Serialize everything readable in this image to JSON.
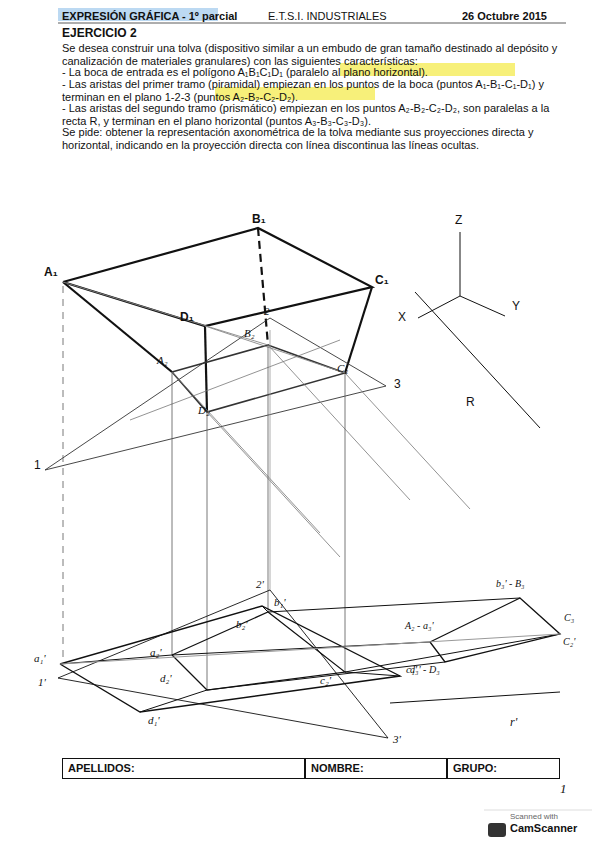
{
  "diagram": {
    "title": "EJERCICIO 2",
    "nodes": [
      {
        "text": [
          "APELLIDOS:"
        ]
      },
      {
        "text": [
          "NOMBRE:"
        ]
      },
      {
        "text": [
          "GRUPO:"
        ]
      },
      {
        "text": [
          "Scanned with",
          "CamScanner"
        ]
      }
    ],
    "labels": [
      "EXPRESIÓN GRÁFICA - 1º parcial",
      "E.T.S.I. INDUSTRIALES",
      "26 Octubre 2015",
      "Se desea construir una tolva (dispositivo similar a un embudo de gran tamaño destinado al depósito y canalización de materiales granulares) con las siguientes características:",
      "- La boca de entrada es el polígono A₁B₁C₁D₁ (paralelo al plano horizontal).",
      "- Las aristas del primer tramo (piramidal) empiezan en los puntos de la boca (puntos A₁-B₁-C₁-D₁) y terminan en el plano 1-2-3 (puntos A₂-B₂-C₂-D₂).",
      "- Las aristas del segundo tramo (prismático) empiezan en los puntos A₂-B₂-C₂-D₂, son paralelas a la recta R, y terminan en el plano horizontal (puntos A₃-B₃-C₃-D₃).",
      "Se pide: obtener la representación axonométrica de la tolva mediante sus proyecciones directa y horizontal, indicando en la proyección directa con línea discontinua las líneas ocultas.",
      "A₁",
      "B₁",
      "C₁",
      "D₁",
      "2",
      "B₂",
      "C₂",
      "A₂",
      "D₂",
      "1",
      "3",
      "R",
      "Z",
      "X",
      "Y",
      "2'",
      "b₁'",
      "b₂'",
      "a₂'",
      "d₂'",
      "c₂'",
      "c₁'",
      "a₁'",
      "1'",
      "d₁'",
      "3'",
      "b₃' - B₃",
      "A₂ - a₃'",
      "d₃' - D₃",
      "C₃",
      "C₂'",
      "r'",
      "1"
    ]
  }
}
